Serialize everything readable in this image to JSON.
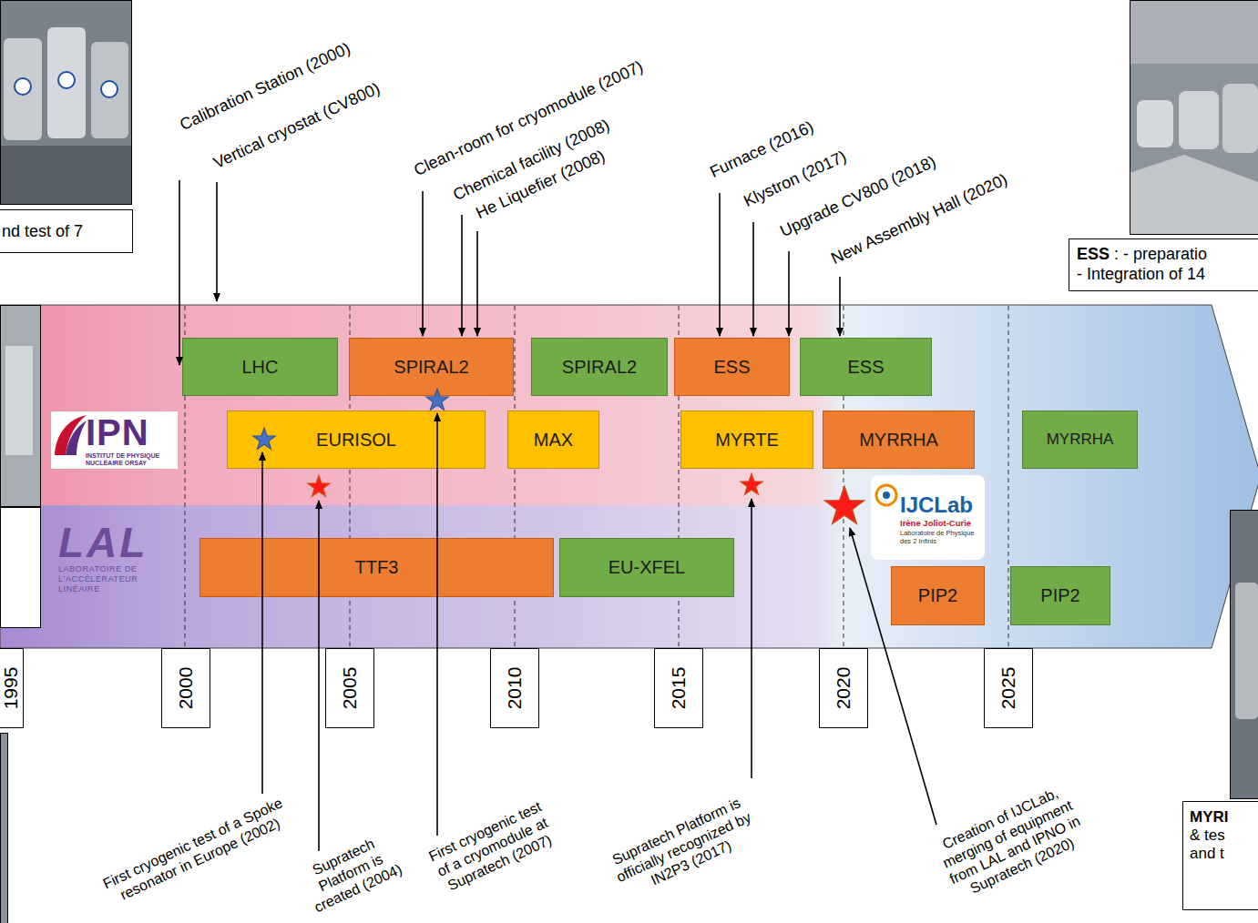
{
  "diagram": {
    "nodes": [
      {
        "text": [
          "nd test of 7"
        ]
      },
      {
        "text": [
          "ESS",
          ": - preparatio",
          "- Integration of 14"
        ]
      },
      {
        "text": [
          "LHC"
        ]
      },
      {
        "text": [
          "SPIRAL2"
        ]
      },
      {
        "text": [
          "SPIRAL2"
        ]
      },
      {
        "text": [
          "ESS"
        ]
      },
      {
        "text": [
          "ESS"
        ]
      },
      {
        "text": [
          "IPN",
          "INSTITUT DE PHYSIQUE NUCLÉAIRE ORSAY"
        ]
      },
      {
        "text": [
          "EURISOL"
        ]
      },
      {
        "text": [
          "MAX"
        ]
      },
      {
        "text": [
          "MYRTE"
        ]
      },
      {
        "text": [
          "MYRRHA"
        ]
      },
      {
        "text": [
          "MYRRHA"
        ]
      },
      {
        "text": [
          "IJCLab",
          "Irène Joliot-Curie",
          "Laboratoire de Physique des 2 Infinis"
        ]
      },
      {
        "text": [
          "LAL",
          "LABORATOIRE DE L'ACCÉLÉRATEUR LINÉAIRE"
        ]
      },
      {
        "text": [
          "TTF3"
        ]
      },
      {
        "text": [
          "EU-XFEL"
        ]
      },
      {
        "text": [
          "PIP2"
        ]
      },
      {
        "text": [
          "PIP2"
        ]
      },
      {
        "text": [
          "1995"
        ]
      },
      {
        "text": [
          "2000"
        ]
      },
      {
        "text": [
          "2005"
        ]
      },
      {
        "text": [
          "2010"
        ]
      },
      {
        "text": [
          "2015"
        ]
      },
      {
        "text": [
          "2020"
        ]
      },
      {
        "text": [
          "2025"
        ]
      },
      {
        "text": [
          "MYRI",
          "& tes",
          "and t"
        ]
      }
    ],
    "labels": [
      "Calibration Station (2000)",
      "Vertical cryostat (CV800)",
      "Clean-room for cryomodule (2007)",
      "Chemical facility (2008)",
      "He Liquefier (2008)",
      "Furnace (2016)",
      "Klystron (2017)",
      "Upgrade CV800 (2018)",
      "New Assembly Hall (2020)",
      "First cryogenic test of a Spoke resonator in Europe (2002)",
      "Supratech Platform is created (2004)",
      "First cryogenic test of a cryomodule at Supratech (2007)",
      "Supratech Platform is officially recognized by IN2P3 (2017)",
      "Creation of IJCLab, merging of equipment from LAL and IPNO in Supratech (2020)"
    ]
  }
}
